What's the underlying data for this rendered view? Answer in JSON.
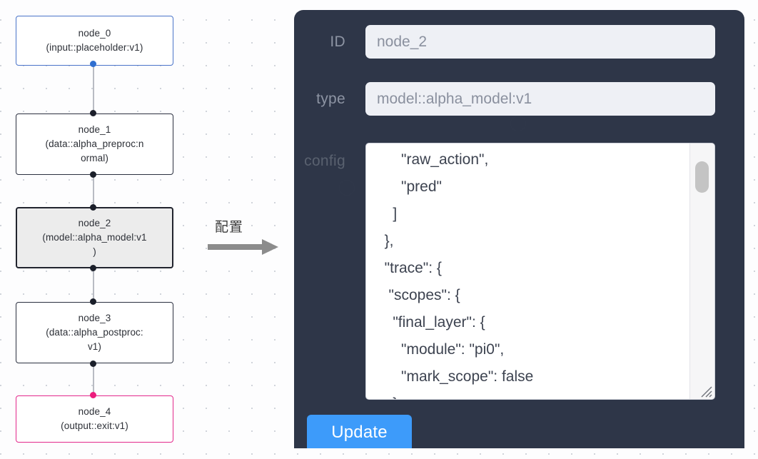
{
  "canvas": {
    "grid": "dot-grid",
    "nodes": [
      {
        "id": "node_0",
        "label": "node_0\n(input::placeholder:v1)",
        "kind": "input",
        "selected": false,
        "accent": "#4a74c9"
      },
      {
        "id": "node_1",
        "label": "node_1\n(data::alpha_preproc:n\normal)",
        "kind": "default",
        "selected": false,
        "accent": "#2b3040"
      },
      {
        "id": "node_2",
        "label": "node_2\n(model::alpha_model:v1\n)",
        "kind": "default",
        "selected": true,
        "accent": "#21242e"
      },
      {
        "id": "node_3",
        "label": "node_3\n(data::alpha_postproc:\nv1)",
        "kind": "default",
        "selected": false,
        "accent": "#2b3040"
      },
      {
        "id": "node_4",
        "label": "node_4\n(output::exit:v1)",
        "kind": "output",
        "selected": false,
        "accent": "#e3288c"
      }
    ],
    "edges": [
      {
        "from": "node_0",
        "to": "node_1"
      },
      {
        "from": "node_1",
        "to": "node_2"
      },
      {
        "from": "node_2",
        "to": "node_3"
      },
      {
        "from": "node_3",
        "to": "node_4"
      }
    ],
    "annotation": {
      "text": "配置",
      "arrow": "right-arrow",
      "arrow_color": "#8a8a8a"
    }
  },
  "panel": {
    "background": "#2e3648",
    "fields": [
      {
        "key": "id",
        "label": "ID",
        "value": "node_2"
      },
      {
        "key": "type",
        "label": "type",
        "value": "model::alpha_model:v1"
      }
    ],
    "config": {
      "label": "config",
      "value": "      \"raw_action\",\n      \"pred\"\n    ]\n  },\n  \"trace\": {\n   \"scopes\": {\n    \"final_layer\": {\n      \"module\": \"pi0\",\n      \"mark_scope\": false\n    },\n     \"action_model\": {",
      "scrollbar": {
        "visible": true,
        "thumb_position": "near-top"
      },
      "resizable": true
    },
    "update_button": {
      "label": "Update",
      "color": "#3d9bfa"
    }
  }
}
